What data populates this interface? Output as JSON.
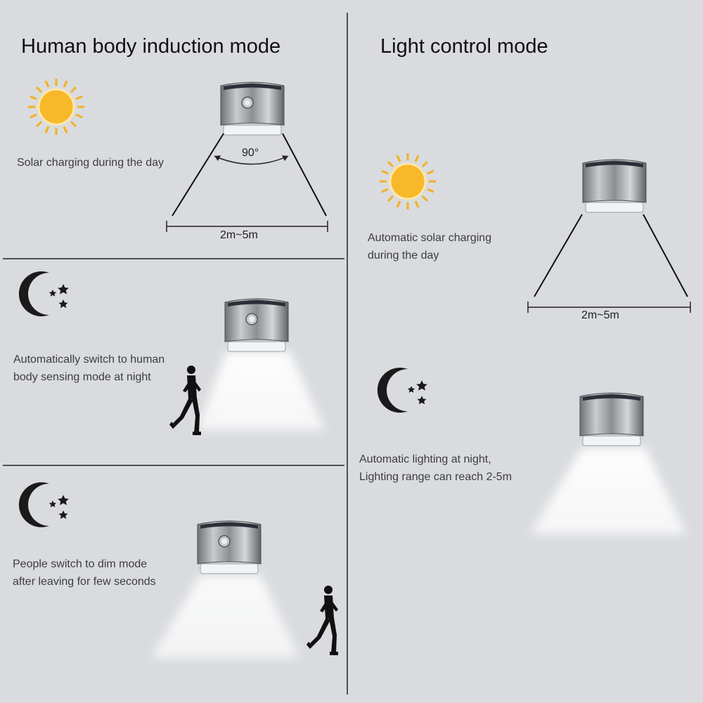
{
  "colors": {
    "background": "#d9dbde",
    "sun": "#f7b82a",
    "moon": "#1a1a1a",
    "lamp_body": "#8e9296",
    "light_beam": "#ffffff"
  },
  "left_panel": {
    "title": "Human body induction mode",
    "day": {
      "icon": "sun-icon",
      "text": "Solar charging during the day",
      "angle_label": "90°",
      "range_label": "2m~5m"
    },
    "night_sensing": {
      "icon": "moon-stars-icon",
      "text_line1": "Automatically switch to human",
      "text_line2": "body sensing mode at night"
    },
    "dim_mode": {
      "icon": "moon-stars-icon",
      "text_line1": "People switch to dim mode",
      "text_line2": "after leaving for few seconds"
    }
  },
  "right_panel": {
    "title": "Light control mode",
    "day": {
      "icon": "sun-icon",
      "text_line1": "Automatic solar charging",
      "text_line2": "during the day",
      "range_label": "2m~5m"
    },
    "night": {
      "icon": "moon-stars-icon",
      "text_line1": "Automatic lighting at night,",
      "text_line2": "Lighting range can reach 2-5m"
    }
  }
}
